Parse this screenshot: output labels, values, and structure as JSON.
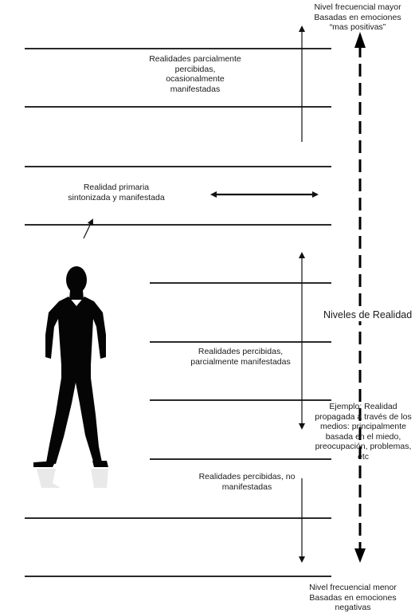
{
  "diagram": {
    "top_label": {
      "line1": "Nivel frecuencial mayor",
      "line2": "Basadas en emociones",
      "line3": "“mas positivas”"
    },
    "bottom_label": {
      "line1": "Nivel frecuencial menor",
      "line2": "Basadas en emociones",
      "line3": "negativas"
    },
    "axis_label": "Niveles de Realidad",
    "bands": [
      {
        "line1": "Realidades parcialmente",
        "line2": "percibidas,",
        "line3": "ocasionalmente",
        "line4": "manifestadas"
      },
      {
        "line1": "Realidad primaria",
        "line2": "sintonizada y manifestada"
      },
      {
        "line1": "Realidades percibidas,",
        "line2": "parcialmente manifestadas"
      },
      {
        "line1": "Realidades percibidas, no",
        "line2": "manifestadas"
      }
    ],
    "example": {
      "line1": "Ejemplo: Realidad",
      "line2": "propagada a través de los",
      "line3": "medios: principalmente",
      "line4": "basada en el miedo,",
      "line5": "preocupación, problemas,",
      "line6": "etc"
    }
  }
}
